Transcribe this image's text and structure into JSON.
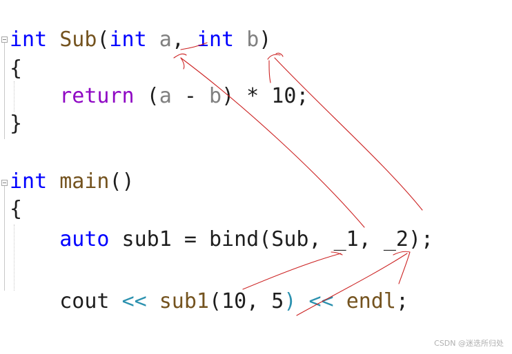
{
  "editor": {
    "lines": [
      {
        "tokens": [
          [
            "int",
            "kw"
          ],
          [
            " ",
            "punc"
          ],
          [
            "Sub",
            "fn"
          ],
          [
            "(",
            "punc"
          ],
          [
            "int",
            "kw"
          ],
          [
            " ",
            "punc"
          ],
          [
            "a",
            "param"
          ],
          [
            ", ",
            "punc"
          ],
          [
            "int",
            "kw"
          ],
          [
            " ",
            "punc"
          ],
          [
            "b",
            "param"
          ],
          [
            ")",
            "punc"
          ]
        ]
      },
      {
        "tokens": [
          [
            "{",
            "punc"
          ]
        ]
      },
      {
        "tokens": [
          [
            "    ",
            "punc"
          ],
          [
            "return",
            "kw2"
          ],
          [
            " (",
            "punc"
          ],
          [
            "a",
            "param"
          ],
          [
            " - ",
            "punc"
          ],
          [
            "b",
            "param"
          ],
          [
            ") * 10;",
            "punc"
          ]
        ]
      },
      {
        "tokens": [
          [
            "}",
            "punc"
          ]
        ]
      },
      {
        "tokens": []
      },
      {
        "tokens": [
          [
            "int",
            "kw"
          ],
          [
            " ",
            "punc"
          ],
          [
            "main",
            "fn"
          ],
          [
            "()",
            "punc"
          ]
        ]
      },
      {
        "tokens": [
          [
            "{",
            "punc"
          ]
        ]
      },
      {
        "tokens": [
          [
            "    ",
            "punc"
          ],
          [
            "auto",
            "kw"
          ],
          [
            " sub1 = bind(Sub, _1, _2);",
            "punc"
          ]
        ]
      },
      {
        "tokens": []
      },
      {
        "tokens": [
          [
            "    cout ",
            "punc"
          ],
          [
            "<<",
            "ns"
          ],
          [
            " ",
            "punc"
          ],
          [
            "sub1",
            "fn"
          ],
          [
            "(10, 5",
            "punc"
          ],
          [
            ")",
            "ns"
          ],
          [
            " ",
            "punc"
          ],
          [
            "<<",
            "ns"
          ],
          [
            " ",
            "punc"
          ],
          [
            "endl",
            "fn"
          ],
          [
            ";",
            "punc"
          ]
        ]
      }
    ],
    "line_tops": [
      38,
      80,
      120,
      160,
      202,
      244,
      284,
      328,
      370,
      418
    ]
  },
  "colors": {
    "keyword": "#0000ff",
    "control_keyword": "#8f08c4",
    "function": "#74531f",
    "parameter": "#808080",
    "operator_teal": "#2b91af",
    "annotation": "#cc2222"
  },
  "watermark": "CSDN @迷迭所归处"
}
